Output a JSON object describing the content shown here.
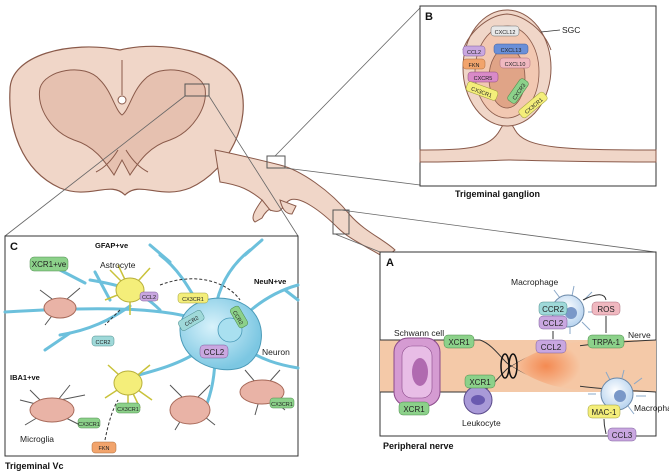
{
  "panels": {
    "a": {
      "letter": "A",
      "caption": "Peripheral nerve"
    },
    "b": {
      "letter": "B",
      "caption": "Trigeminal ganglion"
    },
    "c": {
      "letter": "C",
      "caption": "Trigeminal Vc"
    }
  },
  "panel_a": {
    "macrophage_top": "Macrophage",
    "macrophage_bottom": "Macrophage",
    "schwann_cell": "Schwann cell",
    "nerve": "Nerve",
    "leukocyte": "Leukocyte",
    "chips": {
      "ccr2": "CCR2",
      "ccl2_top": "CCL2",
      "ros": "ROS",
      "trpa1": "TRPA-1",
      "xcr1_top": "XCR1",
      "xcr1_schwann": "XCR1",
      "xcr1_leuko": "XCR1",
      "ccl2_mid": "CCL2",
      "mac1": "MAC-1",
      "ccl3": "CCL3"
    }
  },
  "panel_b": {
    "sgc": "SGC",
    "chips": {
      "cxcl12": "CXCL12",
      "ccl2": "CCL2",
      "cxcl13": "CXCL13",
      "fkn": "FKN",
      "cxcl10": "CXCL10",
      "cxcr5": "CXCR5",
      "cx3cr1_left": "CX3CR1",
      "cxcr3": "CXCR3",
      "cx3cr1_right": "CX3CR1"
    }
  },
  "panel_c": {
    "xcr1_marker": "XCR1+ve",
    "gfap": "GFAP+ve",
    "astrocyte": "Astrocyte",
    "neun": "NeuN+ve",
    "neuron": "Neuron",
    "iba1": "IBA1+ve",
    "microglia": "Microglia",
    "chips": {
      "ccl2_astro": "CCL2",
      "cx3cr1_top": "CX3CR1",
      "ccr2_neuron": "CCR2",
      "ccr2_right": "CCR2",
      "ccl2_neuron": "CCL2",
      "ccr2_left": "CCR2",
      "cx3cr1_micro": "CX3CR1",
      "cx3cr1_center": "CX3CR1",
      "cx3cr1_right_micro": "CX3CR1",
      "fkn": "FKN"
    }
  },
  "colors": {
    "tissue": "#f0d6c8",
    "tissue_stroke": "#8a5a4a",
    "neuron": "#8fd0e8",
    "astrocyte": "#f4ee7a",
    "microglia": "#e9b3a6",
    "chip_green": "#8cd18a",
    "chip_purple": "#c9a7e0",
    "chip_pink": "#f0b8c0",
    "chip_teal": "#9fd9d9",
    "chip_orange": "#f2a46c"
  }
}
